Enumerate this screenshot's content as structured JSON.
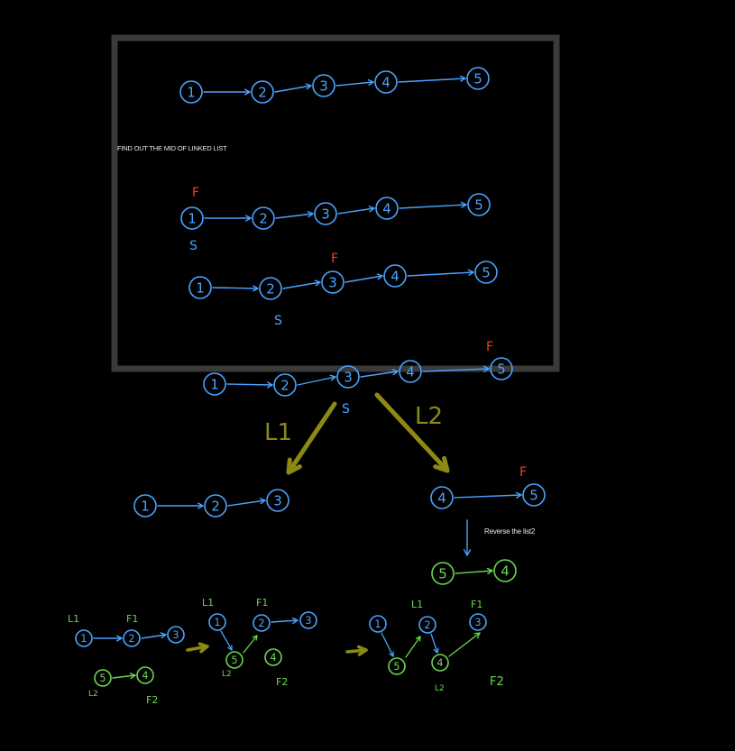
{
  "caption": "FIND OUT THE MID OF LINKED LIST",
  "reverse_note": "Reverse the list2",
  "list_values": [
    "1",
    "2",
    "3",
    "4",
    "5"
  ],
  "pointer_labels": {
    "fast": "F",
    "slow": "S",
    "first_fast": "F",
    "first_slow": "S"
  },
  "split_labels": {
    "left": "L1",
    "right": "L2"
  },
  "merge_labels": {
    "l1": "L1",
    "l2": "L2",
    "f1": "F1",
    "f2": "F2"
  },
  "colors": {
    "background": "#000000",
    "frame": "#3a3a3a",
    "nodes_blue": "#4aa3ff",
    "nodes_green": "#6bd64f",
    "pointer_red": "#ff3b1f",
    "split_arrows": "#8c8a12"
  }
}
